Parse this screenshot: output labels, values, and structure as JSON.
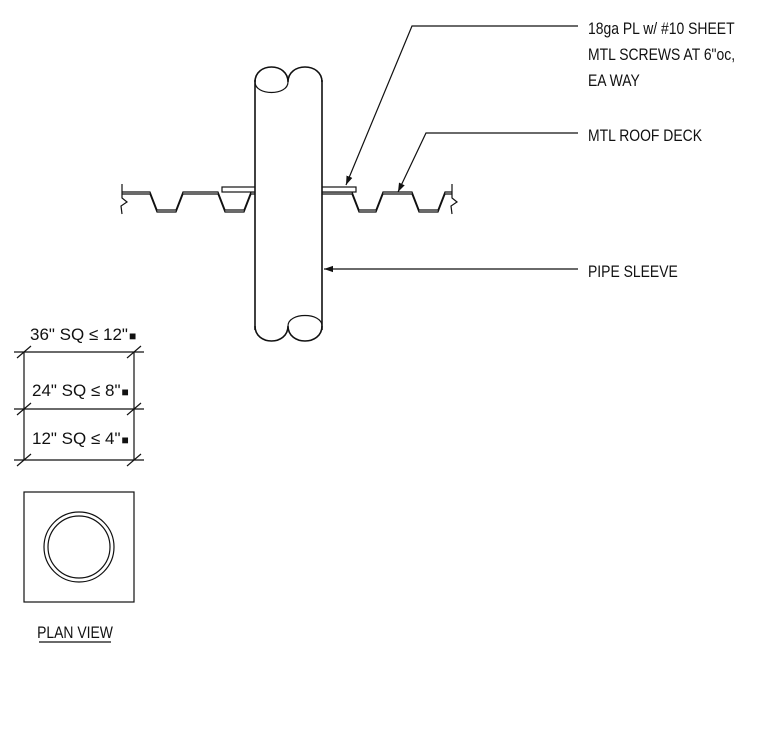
{
  "labels": {
    "plate_line1": "18ga PL w/ #10 SHEET",
    "plate_line2": "MTL SCREWS AT 6\"oc,",
    "plate_line3": "EA WAY",
    "roof_deck": "MTL ROOF DECK",
    "pipe_sleeve": "PIPE SLEEVE",
    "plan_view": "PLAN VIEW"
  },
  "size_table": {
    "rows": [
      {
        "text": "36\" SQ ≤ 12\"",
        "mark": "■"
      },
      {
        "text": "24\" SQ ≤ 8\"",
        "mark": "■"
      },
      {
        "text": "12\" SQ ≤ 4\"",
        "mark": "■"
      }
    ]
  },
  "colors": {
    "line": "#111111",
    "background": "#ffffff"
  }
}
